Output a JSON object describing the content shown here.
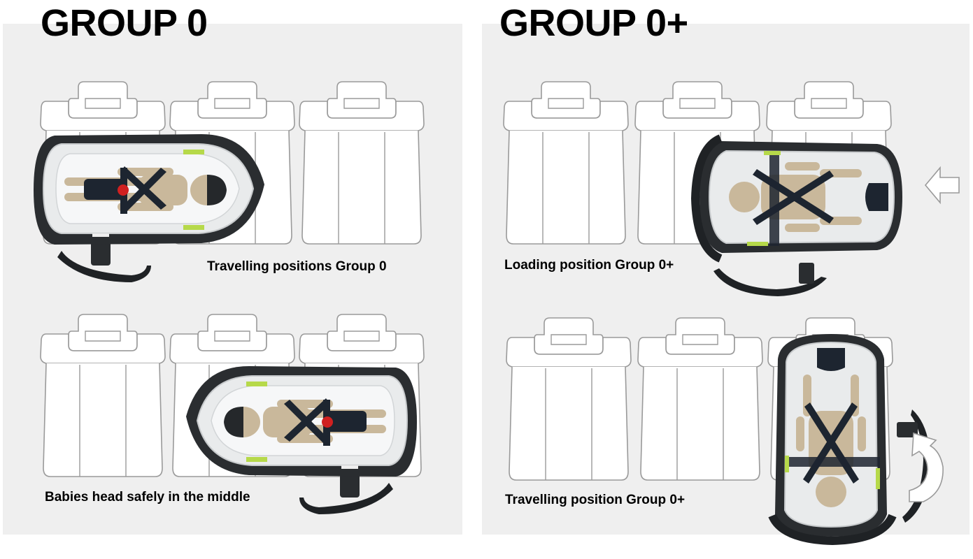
{
  "headings": {
    "group0": "GROUP 0",
    "group0plus": "GROUP 0+"
  },
  "captions": {
    "travelling_group0": "Travelling positions Group 0",
    "babies_head": "Babies head safely in the middle",
    "loading_group0plus": "Loading position Group 0+",
    "travelling_group0plus": "Travelling position Group 0+"
  },
  "icons": {
    "arrow_left": "arrow-left-icon",
    "rotate_arrow": "curved-arrow-icon"
  },
  "colors": {
    "panel": "#efefef",
    "seat_outline": "#9a9a9a",
    "shell": "#2a2d30",
    "liner": "#e9ebec",
    "dummy": "#c9b89b",
    "harness": "#1d2530",
    "buckle": "#d02020",
    "label_green": "#b6d94a"
  }
}
